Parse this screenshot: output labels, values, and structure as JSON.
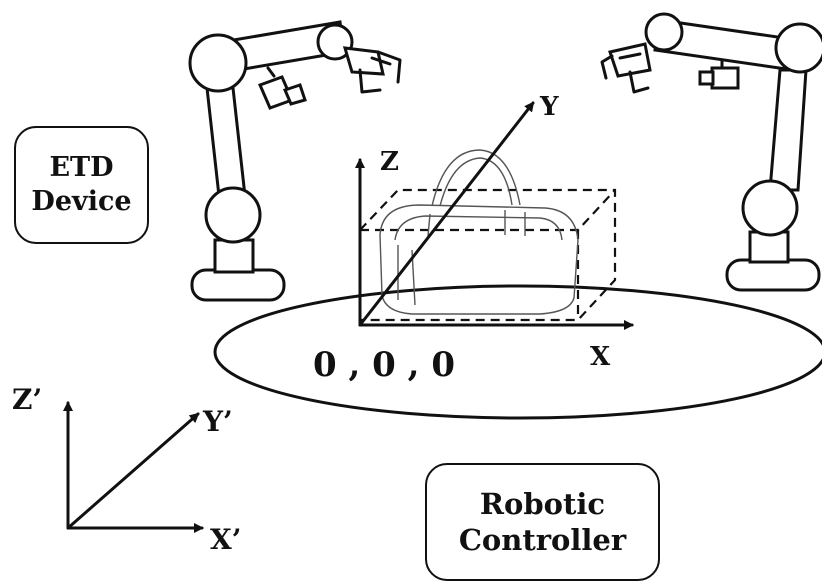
{
  "boxes": {
    "etd_line1": "ETD",
    "etd_line2": "Device",
    "controller_line1": "Robotic",
    "controller_line2": "Controller"
  },
  "axes": {
    "z": "Z",
    "y": "Y",
    "x": "X",
    "origin": "0 , 0 , 0",
    "z_prime": "Z’",
    "y_prime": "Y’",
    "x_prime": "X’"
  },
  "colors": {
    "ink": "#111111",
    "background": "#ffffff"
  },
  "icons": [
    "robot-arm-left-icon",
    "robot-arm-right-icon",
    "camera-icon",
    "gripper-icon",
    "bag-icon"
  ]
}
